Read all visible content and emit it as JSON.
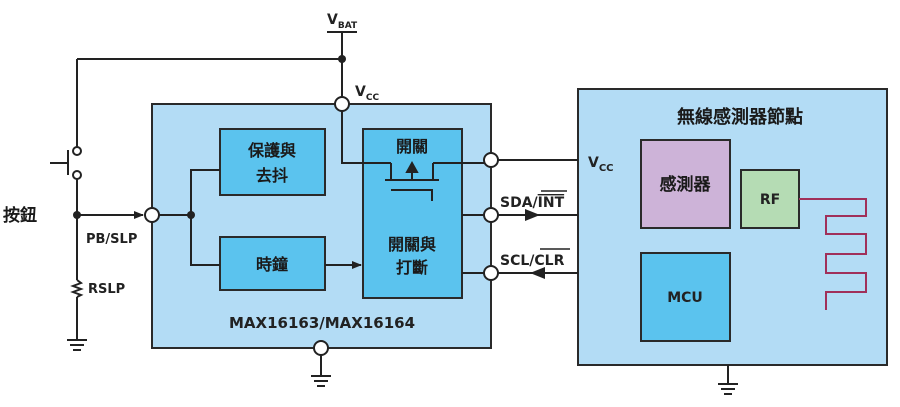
{
  "labels": {
    "vbat_main": "V",
    "vbat_sub": "BAT",
    "vcc_main": "V",
    "vcc_sub": "CC",
    "node_vcc_main": "V",
    "node_vcc_sub": "CC",
    "button": "按鈕",
    "pb_slp": "PB/SLP",
    "rslp": "RSLP",
    "chip_name": "MAX16163/MAX16164",
    "protect_line1": "保護與",
    "protect_line2": "去抖",
    "clock": "時鐘",
    "switch_top": "開關",
    "switch_line1": "開關與",
    "switch_line2": "打斷",
    "sda_prefix": "SDA/",
    "sda_bar": "INT",
    "scl_prefix": "SCL/",
    "scl_bar": "CLR",
    "node_title": "無線感測器節點",
    "sensor": "感測器",
    "rf": "RF",
    "mcu": "MCU"
  },
  "colors": {
    "chip_bg": "#b3dcf5",
    "block_bg": "#5bc3ee",
    "node_bg": "#b3dcf5",
    "sensor_bg": "#cdb3d8",
    "rf_bg": "#b5dcb4",
    "mcu_bg": "#5bc3ee",
    "antenna": "#a0305a",
    "wire": "#222222"
  }
}
